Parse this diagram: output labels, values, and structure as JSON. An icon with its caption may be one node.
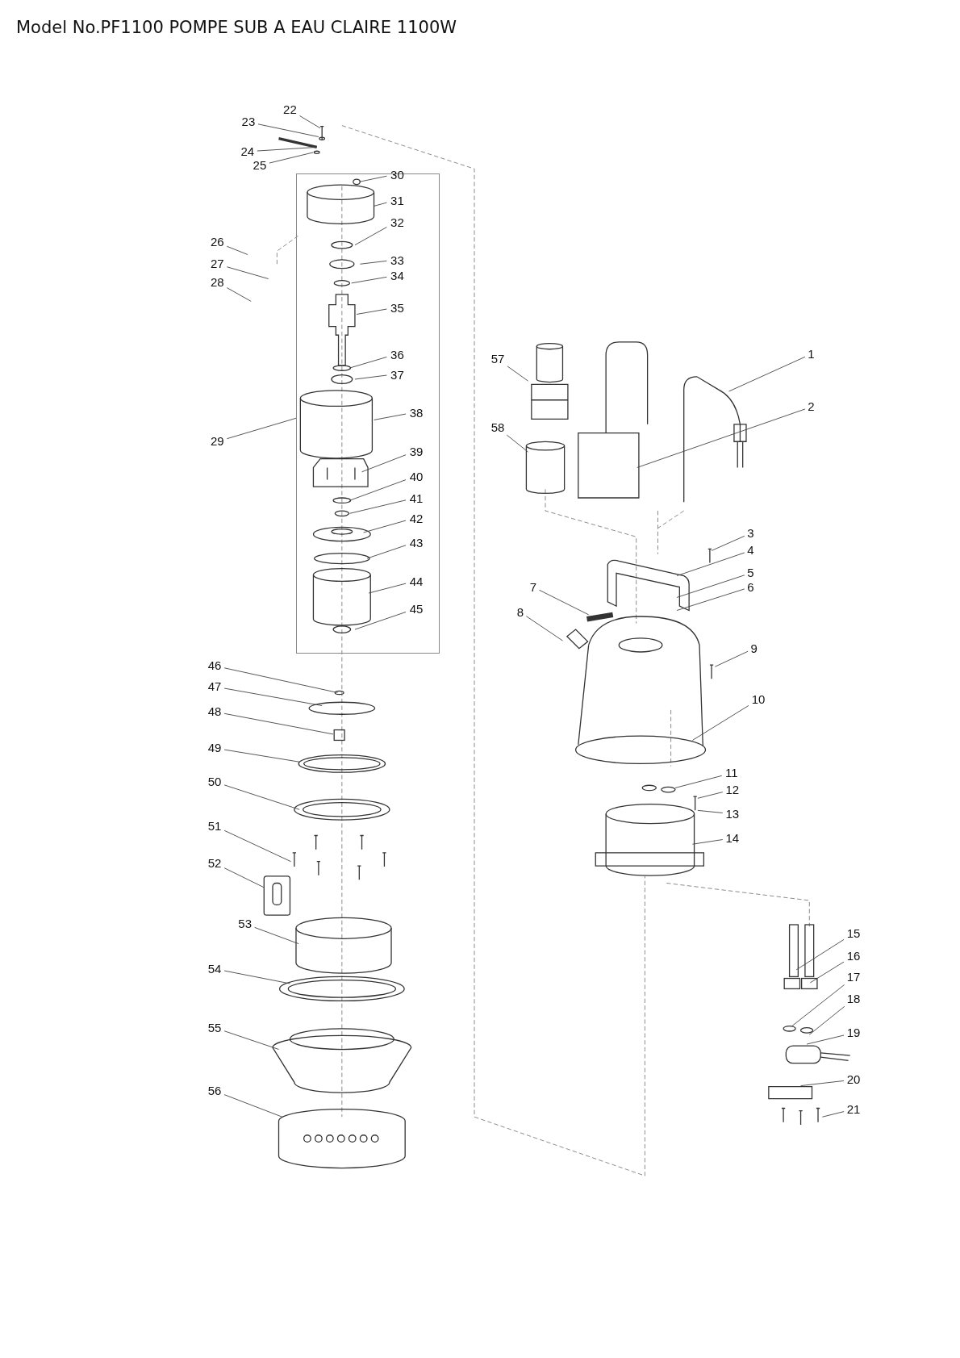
{
  "diagram": {
    "title": "Model No.PF1100 POMPE SUB A EAU CLAIRE 1100W",
    "nodes": [
      {
        "text": [],
        "shape": "box"
      },
      {
        "text": [
          "22"
        ]
      },
      {
        "text": [
          "23"
        ]
      },
      {
        "text": [
          "24"
        ]
      },
      {
        "text": [
          "25"
        ]
      },
      {
        "text": [
          "30"
        ],
        "in": 0
      },
      {
        "text": [
          "31"
        ],
        "in": 0
      },
      {
        "text": [
          "32"
        ],
        "in": 0
      },
      {
        "text": [
          "33"
        ],
        "in": 0
      },
      {
        "text": [
          "34"
        ],
        "in": 0
      },
      {
        "text": [
          "35"
        ],
        "in": 0
      },
      {
        "text": [
          "36"
        ],
        "in": 0
      },
      {
        "text": [
          "37"
        ],
        "in": 0
      },
      {
        "text": [
          "38"
        ],
        "in": 0
      },
      {
        "text": [
          "39"
        ],
        "in": 0
      },
      {
        "text": [
          "40"
        ],
        "in": 0
      },
      {
        "text": [
          "41"
        ],
        "in": 0
      },
      {
        "text": [
          "42"
        ],
        "in": 0
      },
      {
        "text": [
          "43"
        ],
        "in": 0
      },
      {
        "text": [
          "44"
        ],
        "in": 0
      },
      {
        "text": [
          "45"
        ],
        "in": 0
      },
      {
        "text": [
          "26"
        ]
      },
      {
        "text": [
          "27"
        ]
      },
      {
        "text": [
          "28"
        ]
      },
      {
        "text": [
          "29"
        ]
      },
      {
        "text": [
          "46"
        ]
      },
      {
        "text": [
          "47"
        ]
      },
      {
        "text": [
          "48"
        ]
      },
      {
        "text": [
          "49"
        ]
      },
      {
        "text": [
          "50"
        ]
      },
      {
        "text": [
          "51"
        ]
      },
      {
        "text": [
          "52"
        ]
      },
      {
        "text": [
          "53"
        ]
      },
      {
        "text": [
          "54"
        ]
      },
      {
        "text": [
          "55"
        ]
      },
      {
        "text": [
          "56"
        ]
      },
      {
        "text": [
          "57"
        ]
      },
      {
        "text": [
          "58"
        ]
      },
      {
        "text": [
          "1"
        ]
      },
      {
        "text": [
          "2"
        ]
      },
      {
        "text": [
          "3"
        ]
      },
      {
        "text": [
          "4"
        ]
      },
      {
        "text": [
          "5"
        ]
      },
      {
        "text": [
          "6"
        ]
      },
      {
        "text": [
          "7"
        ]
      },
      {
        "text": [
          "8"
        ]
      },
      {
        "text": [
          "9"
        ]
      },
      {
        "text": [
          "10"
        ]
      },
      {
        "text": [
          "11"
        ]
      },
      {
        "text": [
          "12"
        ]
      },
      {
        "text": [
          "13"
        ]
      },
      {
        "text": [
          "14"
        ]
      },
      {
        "text": [
          "15"
        ]
      },
      {
        "text": [
          "16"
        ]
      },
      {
        "text": [
          "17"
        ]
      },
      {
        "text": [
          "18"
        ]
      },
      {
        "text": [
          "19"
        ]
      },
      {
        "text": [
          "20"
        ]
      },
      {
        "text": [
          "21"
        ]
      }
    ],
    "edges": [
      {
        "from": 1,
        "to": null,
        "arrow": "none"
      },
      {
        "from": 2,
        "to": null,
        "arrow": "none"
      },
      {
        "from": 3,
        "to": null,
        "arrow": "none"
      },
      {
        "from": 4,
        "to": null,
        "arrow": "none"
      },
      {
        "from": 5,
        "to": null,
        "arrow": "none"
      },
      {
        "from": 6,
        "to": null,
        "arrow": "none"
      },
      {
        "from": 7,
        "to": null,
        "arrow": "none"
      },
      {
        "from": 8,
        "to": null,
        "arrow": "none"
      },
      {
        "from": 9,
        "to": null,
        "arrow": "none"
      },
      {
        "from": 10,
        "to": null,
        "arrow": "none"
      },
      {
        "from": 11,
        "to": null,
        "arrow": "none"
      },
      {
        "from": 12,
        "to": null,
        "arrow": "none"
      },
      {
        "from": 13,
        "to": null,
        "arrow": "none"
      },
      {
        "from": 14,
        "to": null,
        "arrow": "none"
      },
      {
        "from": 15,
        "to": null,
        "arrow": "none"
      },
      {
        "from": 16,
        "to": null,
        "arrow": "none"
      },
      {
        "from": 17,
        "to": null,
        "arrow": "none"
      },
      {
        "from": 18,
        "to": null,
        "arrow": "none"
      },
      {
        "from": 19,
        "to": null,
        "arrow": "none"
      },
      {
        "from": 20,
        "to": null,
        "arrow": "none"
      },
      {
        "from": 21,
        "to": null,
        "arrow": "none"
      },
      {
        "from": 22,
        "to": null,
        "arrow": "none"
      },
      {
        "from": 23,
        "to": null,
        "arrow": "none"
      },
      {
        "from": 24,
        "to": 0,
        "arrow": "none"
      },
      {
        "from": 25,
        "to": null,
        "arrow": "none"
      },
      {
        "from": 26,
        "to": null,
        "arrow": "none"
      },
      {
        "from": 27,
        "to": null,
        "arrow": "none"
      },
      {
        "from": 28,
        "to": null,
        "arrow": "none"
      },
      {
        "from": 29,
        "to": null,
        "arrow": "none"
      },
      {
        "from": 30,
        "to": null,
        "arrow": "none"
      },
      {
        "from": 31,
        "to": null,
        "arrow": "none"
      },
      {
        "from": 32,
        "to": null,
        "arrow": "none"
      },
      {
        "from": 33,
        "to": null,
        "arrow": "none"
      },
      {
        "from": 34,
        "to": null,
        "arrow": "none"
      },
      {
        "from": 35,
        "to": null,
        "arrow": "none"
      },
      {
        "from": 36,
        "to": null,
        "arrow": "none"
      },
      {
        "from": 37,
        "to": null,
        "arrow": "none"
      },
      {
        "from": 38,
        "to": null,
        "arrow": "none"
      },
      {
        "from": 39,
        "to": null,
        "arrow": "none"
      },
      {
        "from": 40,
        "to": null,
        "arrow": "none"
      },
      {
        "from": 41,
        "to": null,
        "arrow": "none"
      },
      {
        "from": 42,
        "to": null,
        "arrow": "none"
      },
      {
        "from": 43,
        "to": null,
        "arrow": "none"
      },
      {
        "from": 44,
        "to": null,
        "arrow": "none"
      },
      {
        "from": 45,
        "to": null,
        "arrow": "none"
      },
      {
        "from": 46,
        "to": null,
        "arrow": "none"
      },
      {
        "from": 47,
        "to": null,
        "arrow": "none"
      },
      {
        "from": 48,
        "to": null,
        "arrow": "none"
      },
      {
        "from": 49,
        "to": null,
        "arrow": "none"
      },
      {
        "from": 50,
        "to": null,
        "arrow": "none"
      },
      {
        "from": 51,
        "to": null,
        "arrow": "none"
      },
      {
        "from": 52,
        "to": null,
        "arrow": "none"
      },
      {
        "from": 53,
        "to": null,
        "arrow": "none"
      },
      {
        "from": 54,
        "to": null,
        "arrow": "none"
      },
      {
        "from": 55,
        "to": null,
        "arrow": "none"
      },
      {
        "from": 56,
        "to": null,
        "arrow": "none"
      },
      {
        "from": 57,
        "to": null,
        "arrow": "none"
      },
      {
        "from": 58,
        "to": null,
        "arrow": "none"
      }
    ]
  }
}
